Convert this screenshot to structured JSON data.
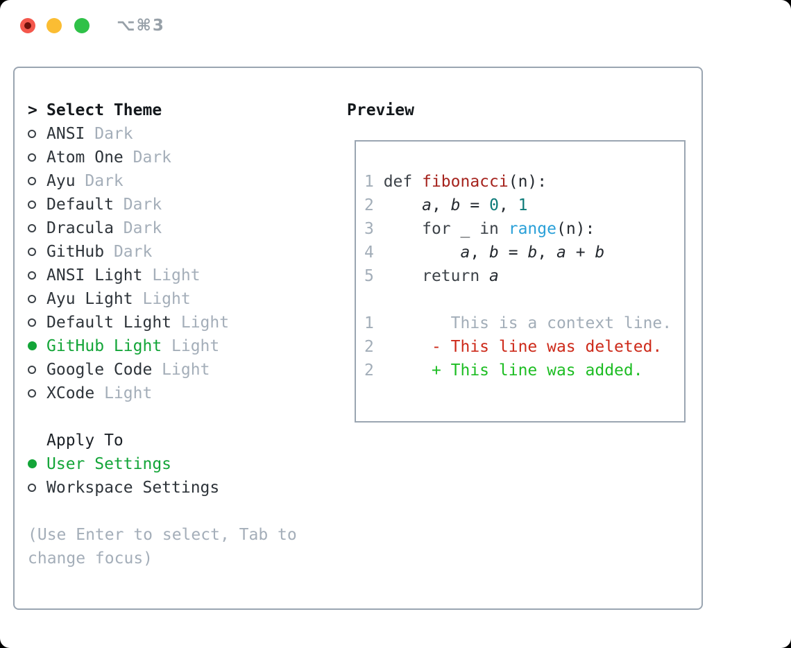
{
  "window": {
    "title": "⌥⌘3"
  },
  "colors": {
    "window_background": "#ffffff",
    "outside_background": "#000000",
    "panel_border": "#9aa5b1",
    "text_primary": "#2e343a",
    "text_muted": "#a4aeb9",
    "selected_green": "#13a538",
    "traffic_red": "#f4574c",
    "traffic_yellow": "#fbbd33",
    "traffic_green": "#2fc148",
    "code_function_red": "#a5231d",
    "code_number_teal": "#0c7a78",
    "code_call_blue": "#2aa0d8",
    "diff_deleted_red": "#cd2a1a",
    "diff_added_green": "#1dbd23"
  },
  "icons": {
    "close": "red-circle-icon",
    "minimize": "yellow-circle-icon",
    "zoom": "green-circle-icon",
    "radio_unselected": "hollow-circle-icon",
    "radio_selected": "filled-green-circle-icon",
    "header_marker": ">"
  },
  "theme_panel": {
    "header": "Select Theme",
    "items": [
      {
        "label": "ANSI",
        "variant": "Dark",
        "selected": false
      },
      {
        "label": "Atom One",
        "variant": "Dark",
        "selected": false
      },
      {
        "label": "Ayu",
        "variant": "Dark",
        "selected": false
      },
      {
        "label": "Default",
        "variant": "Dark",
        "selected": false
      },
      {
        "label": "Dracula",
        "variant": "Dark",
        "selected": false
      },
      {
        "label": "GitHub",
        "variant": "Dark",
        "selected": false
      },
      {
        "label": "ANSI Light",
        "variant": "Light",
        "selected": false
      },
      {
        "label": "Ayu Light",
        "variant": "Light",
        "selected": false
      },
      {
        "label": "Default Light",
        "variant": "Light",
        "selected": false
      },
      {
        "label": "GitHub Light",
        "variant": "Light",
        "selected": true
      },
      {
        "label": "Google Code",
        "variant": "Light",
        "selected": false
      },
      {
        "label": "XCode",
        "variant": "Light",
        "selected": false
      }
    ]
  },
  "apply_panel": {
    "header": "Apply To",
    "options": [
      {
        "label": "User Settings",
        "selected": true
      },
      {
        "label": "Workspace Settings",
        "selected": false
      }
    ]
  },
  "hint": "(Use Enter to select, Tab to change focus)",
  "preview": {
    "header": "Preview",
    "lines": [
      {
        "n": "1",
        "tokens": [
          [
            "kw",
            "def "
          ],
          [
            "fn",
            "fibonacci"
          ],
          [
            "plain",
            "(n):"
          ]
        ]
      },
      {
        "n": "2",
        "tokens": [
          [
            "plain",
            "    "
          ],
          [
            "var",
            "a"
          ],
          [
            "plain",
            ", "
          ],
          [
            "var",
            "b"
          ],
          [
            "plain",
            " = "
          ],
          [
            "num",
            "0"
          ],
          [
            "plain",
            ", "
          ],
          [
            "num",
            "1"
          ]
        ]
      },
      {
        "n": "3",
        "tokens": [
          [
            "kw",
            "    for "
          ],
          [
            "plain",
            "_ "
          ],
          [
            "kw",
            "in "
          ],
          [
            "call",
            "range"
          ],
          [
            "plain",
            "(n):"
          ]
        ]
      },
      {
        "n": "4",
        "tokens": [
          [
            "plain",
            "        "
          ],
          [
            "var",
            "a"
          ],
          [
            "plain",
            ", "
          ],
          [
            "var",
            "b"
          ],
          [
            "plain",
            " = "
          ],
          [
            "var",
            "b"
          ],
          [
            "plain",
            ", "
          ],
          [
            "var",
            "a"
          ],
          [
            "plain",
            " + "
          ],
          [
            "var",
            "b"
          ]
        ]
      },
      {
        "n": "5",
        "tokens": [
          [
            "kw",
            "    return "
          ],
          [
            "var",
            "a"
          ]
        ]
      },
      {
        "n": "",
        "tokens": []
      },
      {
        "n": "1",
        "tokens": [
          [
            "ctx",
            "       This is a context line."
          ]
        ]
      },
      {
        "n": "2",
        "tokens": [
          [
            "del",
            "     - This line was deleted."
          ]
        ]
      },
      {
        "n": "2",
        "tokens": [
          [
            "add",
            "     + This line was added."
          ]
        ]
      }
    ]
  }
}
